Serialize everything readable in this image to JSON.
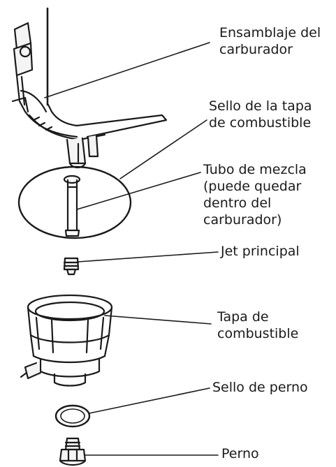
{
  "labels": {
    "ensamblaje": [
      "Ensamblaje del",
      "carburador"
    ],
    "sello_tapa": [
      "Sello de la tapa",
      "de combustible"
    ],
    "tubo": [
      "Tubo de mezcla",
      "(puede quedar",
      "dentro del",
      "carburador)"
    ],
    "jet": [
      "Jet principal"
    ],
    "tapa": [
      "Tapa de",
      "combustible"
    ],
    "sello_perno": [
      "Sello de perno"
    ],
    "perno": [
      "Perno"
    ]
  }
}
